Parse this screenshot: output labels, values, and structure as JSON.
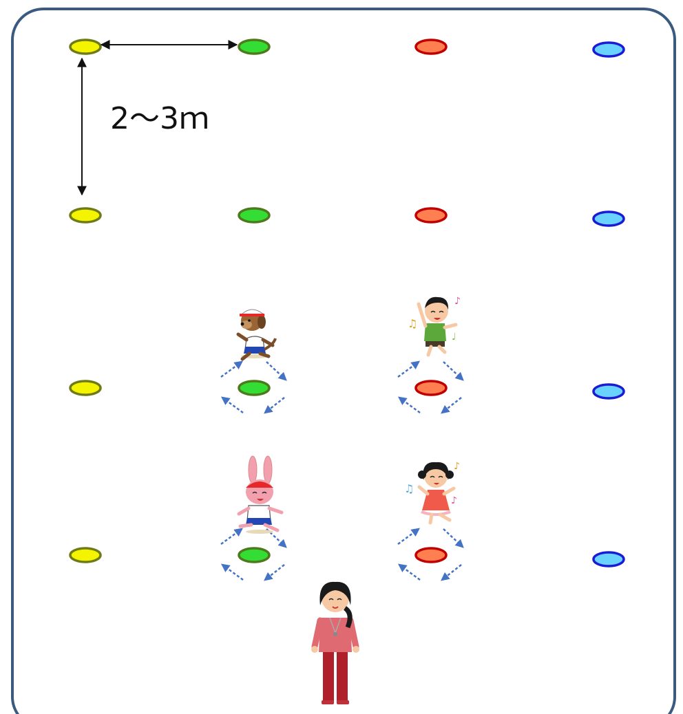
{
  "diagram": {
    "distance_label": "2～3ｍ",
    "marker_colors": {
      "yellow": {
        "fill": "#f4f400",
        "stroke": "#6f7b17"
      },
      "green": {
        "fill": "#33dd33",
        "stroke": "#4e7a1d"
      },
      "red": {
        "fill": "#ff7f50",
        "stroke": "#c00000"
      },
      "blue": {
        "fill": "#69d2ff",
        "stroke": "#1b1bd6"
      }
    },
    "marker_columns": [
      "yellow",
      "green",
      "red",
      "blue"
    ],
    "marker_rows": 4,
    "rotation_arrow_color": "#4472c4",
    "characters": [
      {
        "name": "dog-runner",
        "icon": "dog-character-icon"
      },
      {
        "name": "boy-dancer",
        "icon": "boy-character-icon"
      },
      {
        "name": "rabbit-runner",
        "icon": "rabbit-character-icon"
      },
      {
        "name": "girl-dancer",
        "icon": "girl-character-icon"
      },
      {
        "name": "teacher",
        "icon": "teacher-character-icon"
      }
    ]
  }
}
